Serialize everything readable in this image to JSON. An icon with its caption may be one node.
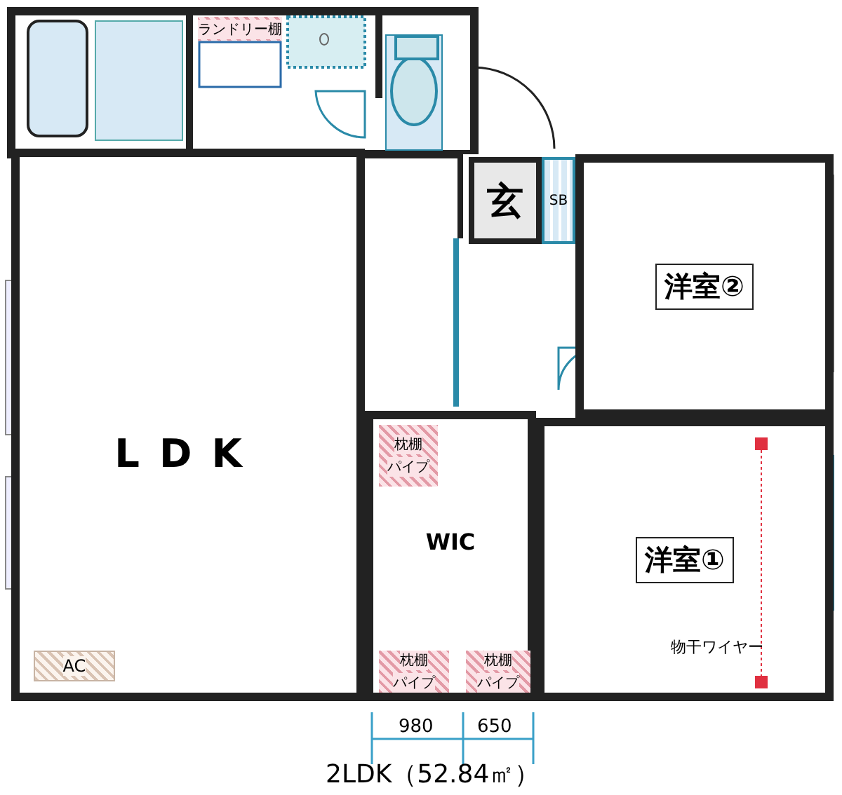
{
  "diagram": {
    "caption": "2LDK（52.84㎡）",
    "nodes": [
      {
        "text": [
          "LDK"
        ]
      },
      {
        "text": [
          "洋室②"
        ]
      },
      {
        "text": [
          "洋室①"
        ]
      },
      {
        "text": [
          "WIC"
        ]
      },
      {
        "text": [
          "玄"
        ]
      },
      {
        "text": [
          "SB"
        ]
      },
      {
        "text": [
          "ランドリー棚"
        ]
      },
      {
        "text": [
          "枕棚",
          "パイプ"
        ],
        "in": 3
      },
      {
        "text": [
          "枕棚",
          "パイプ"
        ],
        "in": 3
      },
      {
        "text": [
          "枕棚",
          "パイプ"
        ],
        "in": 3
      },
      {
        "text": [
          "AC"
        ],
        "in": 0
      }
    ],
    "labels": [
      "物干ワイヤー",
      "980",
      "650"
    ]
  }
}
